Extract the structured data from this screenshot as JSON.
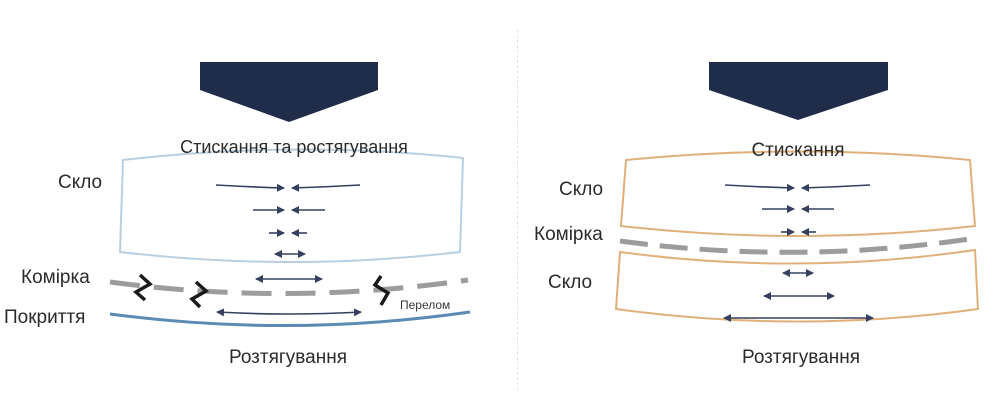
{
  "left_panel": {
    "top_label": "Стискання та ростягування",
    "glass_label": "Скло",
    "cell_label": "Комірка",
    "coating_label": "Покриття",
    "break_label": "Перелом",
    "bottom_label": "Розтягування"
  },
  "right_panel": {
    "top_label": "Стискання",
    "glass_top_label": "Скло",
    "cell_label": "Комірка",
    "glass_bottom_label": "Скло",
    "bottom_label": "Розтягування"
  },
  "colors": {
    "press_block": "#1f2d4b",
    "glass_outline_left": "#b9cfe0",
    "glass_outline_right": "#e0b17a",
    "coating_line": "#5b8ab5",
    "cell_dash": "#9c9c9c",
    "arrow": "#34405e",
    "crack": "#1a1a1a"
  },
  "icons": {
    "press": "downward-press-block",
    "compression": "inward-arrows",
    "tension": "double-headed-arrow",
    "crack": "crack-zigzag"
  }
}
